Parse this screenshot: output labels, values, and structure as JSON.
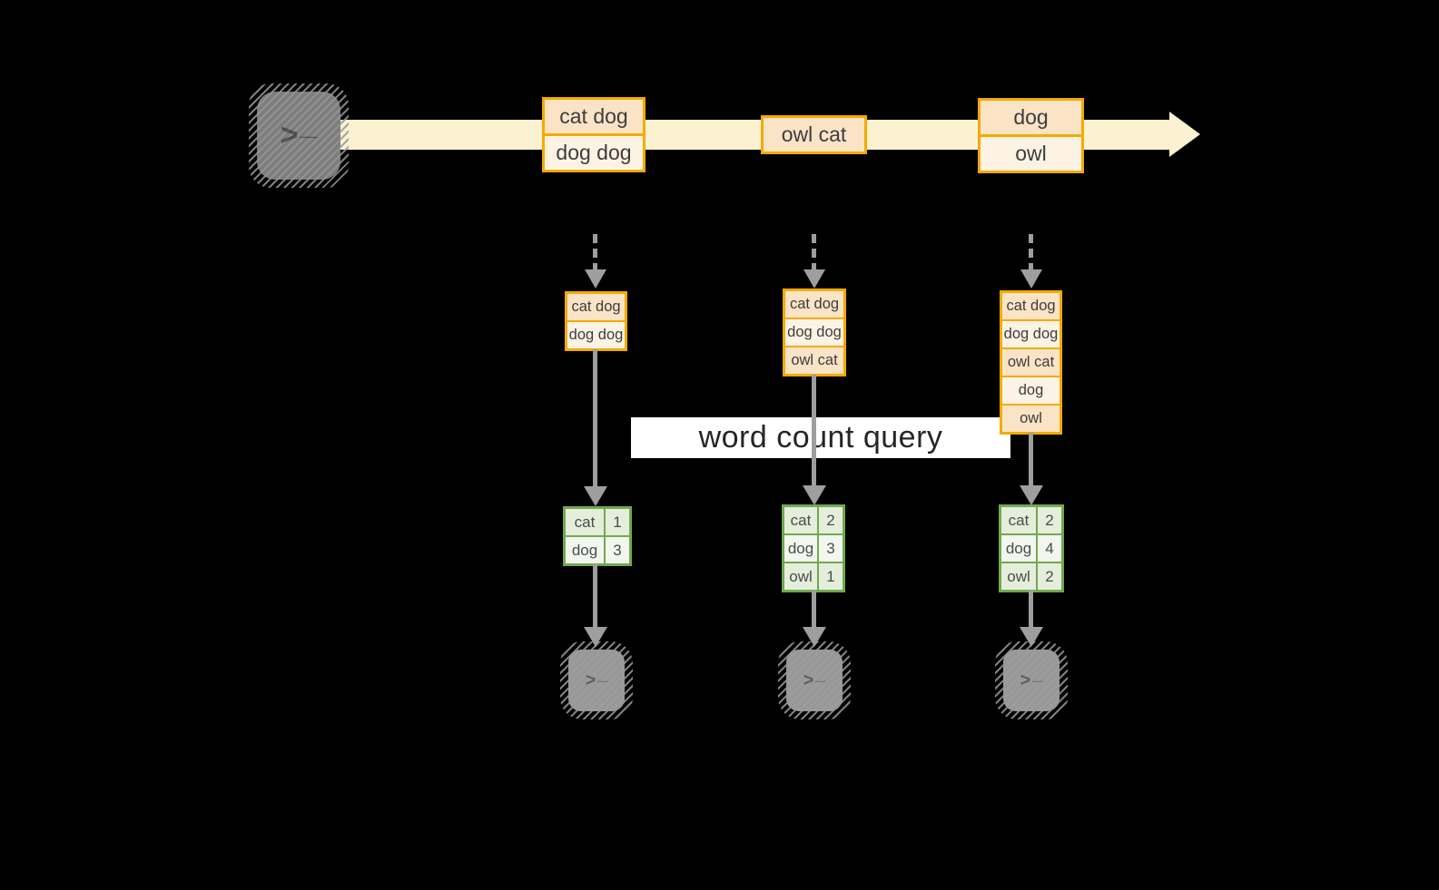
{
  "banner": {
    "label": "word count query"
  },
  "stream": {
    "records": [
      {
        "rows": [
          "cat dog",
          "dog dog"
        ]
      },
      {
        "rows": [
          "owl cat"
        ]
      },
      {
        "rows": [
          "dog",
          "owl"
        ]
      }
    ]
  },
  "columns": [
    {
      "state_rows": [
        "cat dog",
        "dog dog"
      ],
      "counts": [
        {
          "word": "cat",
          "value": "1"
        },
        {
          "word": "dog",
          "value": "3"
        }
      ]
    },
    {
      "state_rows": [
        "cat dog",
        "dog dog",
        "owl cat"
      ],
      "counts": [
        {
          "word": "cat",
          "value": "2"
        },
        {
          "word": "dog",
          "value": "3"
        },
        {
          "word": "owl",
          "value": "1"
        }
      ]
    },
    {
      "state_rows": [
        "cat dog",
        "dog dog",
        "owl cat",
        "dog",
        "owl"
      ],
      "counts": [
        {
          "word": "cat",
          "value": "2"
        },
        {
          "word": "dog",
          "value": "4"
        },
        {
          "word": "owl",
          "value": "2"
        }
      ]
    }
  ],
  "icons": {
    "source": "terminal-icon",
    "sinks": [
      "terminal-icon",
      "terminal-icon",
      "terminal-icon"
    ],
    "prompt_glyph": ">",
    "underscore_glyph": "_"
  },
  "colors": {
    "stream_fill": "#fcf2d2",
    "box_border": "#f2ab00",
    "box_fill_dark": "#fbe3c6",
    "box_fill_light": "#fdf3e4",
    "table_border": "#71a94f",
    "table_fill_dark": "#e4eedb",
    "table_fill_light": "#f2f6ee",
    "arrow_gray": "#9e9e9e",
    "banner_bg": "#ffffff",
    "text": "#3d3d3d"
  }
}
